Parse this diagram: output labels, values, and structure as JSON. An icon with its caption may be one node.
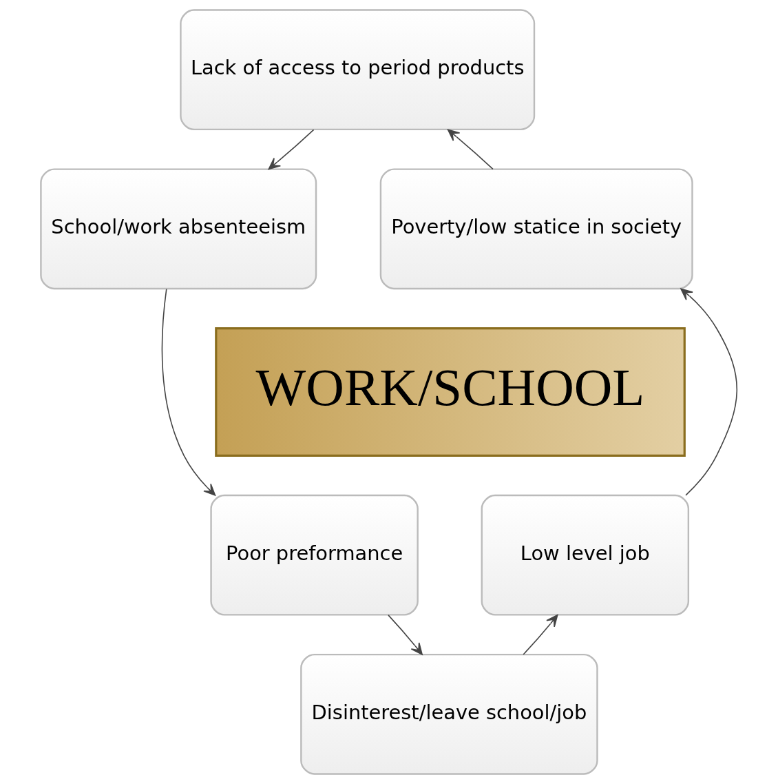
{
  "diagram": {
    "nodes": [
      {
        "text": [
          "Lack of access to period products"
        ]
      },
      {
        "text": [
          "School/work absenteeism"
        ]
      },
      {
        "text": [
          "Poor preformance"
        ]
      },
      {
        "text": [
          "Disinterest/leave school/job"
        ]
      },
      {
        "text": [
          "Low level job"
        ]
      },
      {
        "text": [
          "Poverty/low statice in society"
        ]
      },
      {
        "text": [
          "WORK/SCHOOL"
        ]
      }
    ],
    "edges": [
      {
        "from": 0,
        "to": 1,
        "arrow": "to"
      },
      {
        "from": 1,
        "to": 2,
        "arrow": "to"
      },
      {
        "from": 2,
        "to": 3,
        "arrow": "to"
      },
      {
        "from": 3,
        "to": 4,
        "arrow": "to"
      },
      {
        "from": 4,
        "to": 5,
        "arrow": "to"
      },
      {
        "from": 5,
        "to": 0,
        "arrow": "to"
      }
    ]
  }
}
